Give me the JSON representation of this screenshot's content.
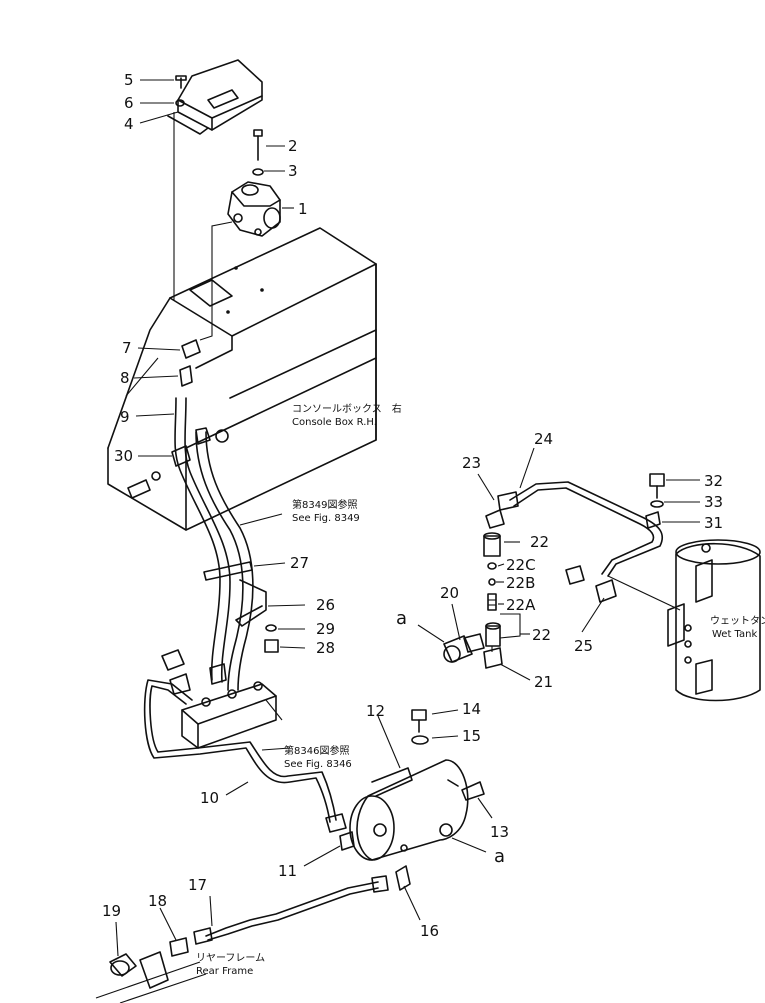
{
  "callouts": [
    {
      "id": "c5",
      "text": "5"
    },
    {
      "id": "c6",
      "text": "6"
    },
    {
      "id": "c4",
      "text": "4"
    },
    {
      "id": "c2",
      "text": "2"
    },
    {
      "id": "c3",
      "text": "3"
    },
    {
      "id": "c1",
      "text": "1"
    },
    {
      "id": "c7",
      "text": "7"
    },
    {
      "id": "c8",
      "text": "8"
    },
    {
      "id": "c9",
      "text": "9"
    },
    {
      "id": "c30",
      "text": "30"
    },
    {
      "id": "c27",
      "text": "27"
    },
    {
      "id": "c26",
      "text": "26"
    },
    {
      "id": "c29",
      "text": "29"
    },
    {
      "id": "c28",
      "text": "28"
    },
    {
      "id": "c24",
      "text": "24"
    },
    {
      "id": "c23",
      "text": "23"
    },
    {
      "id": "c32",
      "text": "32"
    },
    {
      "id": "c33",
      "text": "33"
    },
    {
      "id": "c31",
      "text": "31"
    },
    {
      "id": "c22a",
      "text": "22"
    },
    {
      "id": "c22C",
      "text": "22C"
    },
    {
      "id": "c22B",
      "text": "22B"
    },
    {
      "id": "c22A",
      "text": "22A"
    },
    {
      "id": "c22b",
      "text": "22"
    },
    {
      "id": "c20",
      "text": "20"
    },
    {
      "id": "ca1",
      "text": "a"
    },
    {
      "id": "c21",
      "text": "21"
    },
    {
      "id": "c25",
      "text": "25"
    },
    {
      "id": "c12",
      "text": "12"
    },
    {
      "id": "c14",
      "text": "14"
    },
    {
      "id": "c15",
      "text": "15"
    },
    {
      "id": "c13",
      "text": "13"
    },
    {
      "id": "ca2",
      "text": "a"
    },
    {
      "id": "c10",
      "text": "10"
    },
    {
      "id": "c11",
      "text": "11"
    },
    {
      "id": "c16",
      "text": "16"
    },
    {
      "id": "c17",
      "text": "17"
    },
    {
      "id": "c18",
      "text": "18"
    },
    {
      "id": "c19",
      "text": "19"
    }
  ],
  "notes": {
    "console_jp": "コンソールボックス　右",
    "console_en": "Console  Box  R.H.",
    "fig8349_jp": "第8349図参照",
    "fig8349_en": "See  Fig.  8349",
    "fig8346_jp": "第8346図参照",
    "fig8346_en": "See  Fig.  8346",
    "wet_tank_jp": "ウェットタンク",
    "wet_tank_en": "Wet  Tank",
    "rear_frame_jp": "リヤーフレーム",
    "rear_frame_en": "Rear  Frame"
  }
}
